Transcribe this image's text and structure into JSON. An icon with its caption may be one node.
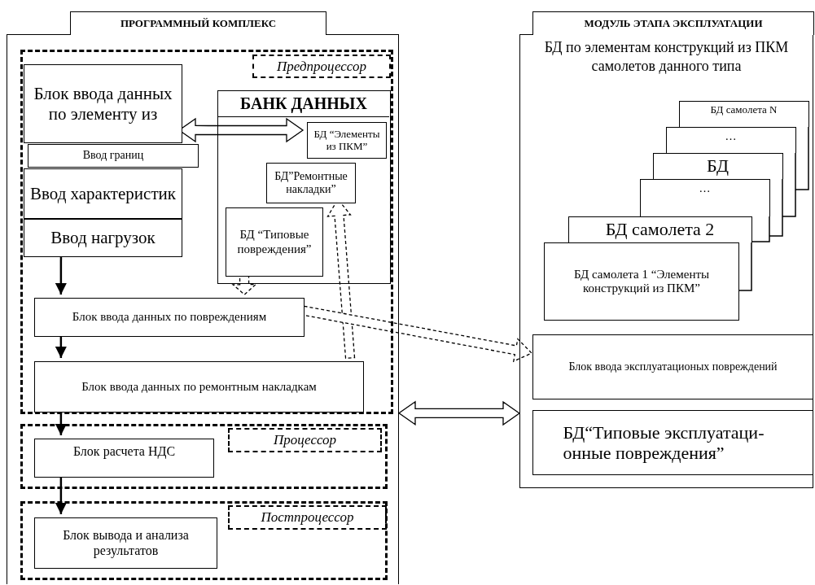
{
  "diagram": {
    "nodes": [
      {
        "text": [
          "ПРОГРАММНЫЙ КОМПЛЕКС"
        ]
      },
      {
        "text": [
          "Предпроцессор"
        ],
        "in": 0
      },
      {
        "text": [
          "Блок ввода данных по элементу из"
        ],
        "in": 1
      },
      {
        "text": [
          "Ввод границ"
        ],
        "in": 1
      },
      {
        "text": [
          "Ввод характеристик"
        ],
        "in": 1
      },
      {
        "text": [
          "Ввод нагрузок"
        ],
        "in": 1
      },
      {
        "text": [
          "БАНК ДАННЫХ"
        ],
        "in": 1
      },
      {
        "text": [
          "БД “Элементы из ПКМ”"
        ],
        "in": 6
      },
      {
        "text": [
          "БД”Ремонтные накладки”"
        ],
        "in": 6
      },
      {
        "text": [
          "БД “Типовые повреждения”"
        ],
        "in": 6
      },
      {
        "text": [
          "Блок ввода данных по повреждениям"
        ],
        "in": 1
      },
      {
        "text": [
          "Блок ввода данных по ремонтным накладкам"
        ],
        "in": 1
      },
      {
        "text": [
          "Процессор"
        ],
        "in": 0
      },
      {
        "text": [
          "Блок расчета НДС"
        ],
        "in": 12
      },
      {
        "text": [
          "Постпроцессор"
        ],
        "in": 0
      },
      {
        "text": [
          "Блок вывода и анализа результатов"
        ],
        "in": 14
      },
      {
        "text": [
          "МОДУЛЬ ЭТАПА ЭКСПЛУАТАЦИИ",
          "БД по элементам конструкций из ПКМ самолетов данного типа"
        ]
      },
      {
        "text": [
          "БД самолета N"
        ],
        "in": 16
      },
      {
        "text": [
          "…"
        ],
        "in": 16
      },
      {
        "text": [
          "БД"
        ],
        "in": 16
      },
      {
        "text": [
          "…"
        ],
        "in": 16
      },
      {
        "text": [
          "БД самолета 2"
        ],
        "in": 16
      },
      {
        "text": [
          "БД самолета 1 “Элементы конструкций из ПКМ”"
        ],
        "in": 16
      },
      {
        "text": [
          "Блок ввода эксплуатационых повреждений"
        ],
        "in": 16
      },
      {
        "text": [
          "БД“Типовые эксплуатаци-онные повреждения”"
        ],
        "in": 16
      }
    ],
    "edges": [
      {
        "from": 2,
        "to": 7,
        "arrow": "both",
        "style": "thick"
      },
      {
        "from": 5,
        "to": 10,
        "arrow": "to"
      },
      {
        "from": 9,
        "to": 10,
        "arrow": "to",
        "style": "dashed"
      },
      {
        "from": 10,
        "to": 11,
        "arrow": "to"
      },
      {
        "from": 11,
        "to": 8,
        "arrow": "to",
        "style": "dashed"
      },
      {
        "from": 10,
        "to": 23,
        "arrow": "to",
        "style": "dashed"
      },
      {
        "from": 0,
        "to": 16,
        "arrow": "both",
        "style": "thick"
      },
      {
        "from": 11,
        "to": 13,
        "arrow": "to"
      },
      {
        "from": 13,
        "to": 15,
        "arrow": "to"
      }
    ]
  }
}
